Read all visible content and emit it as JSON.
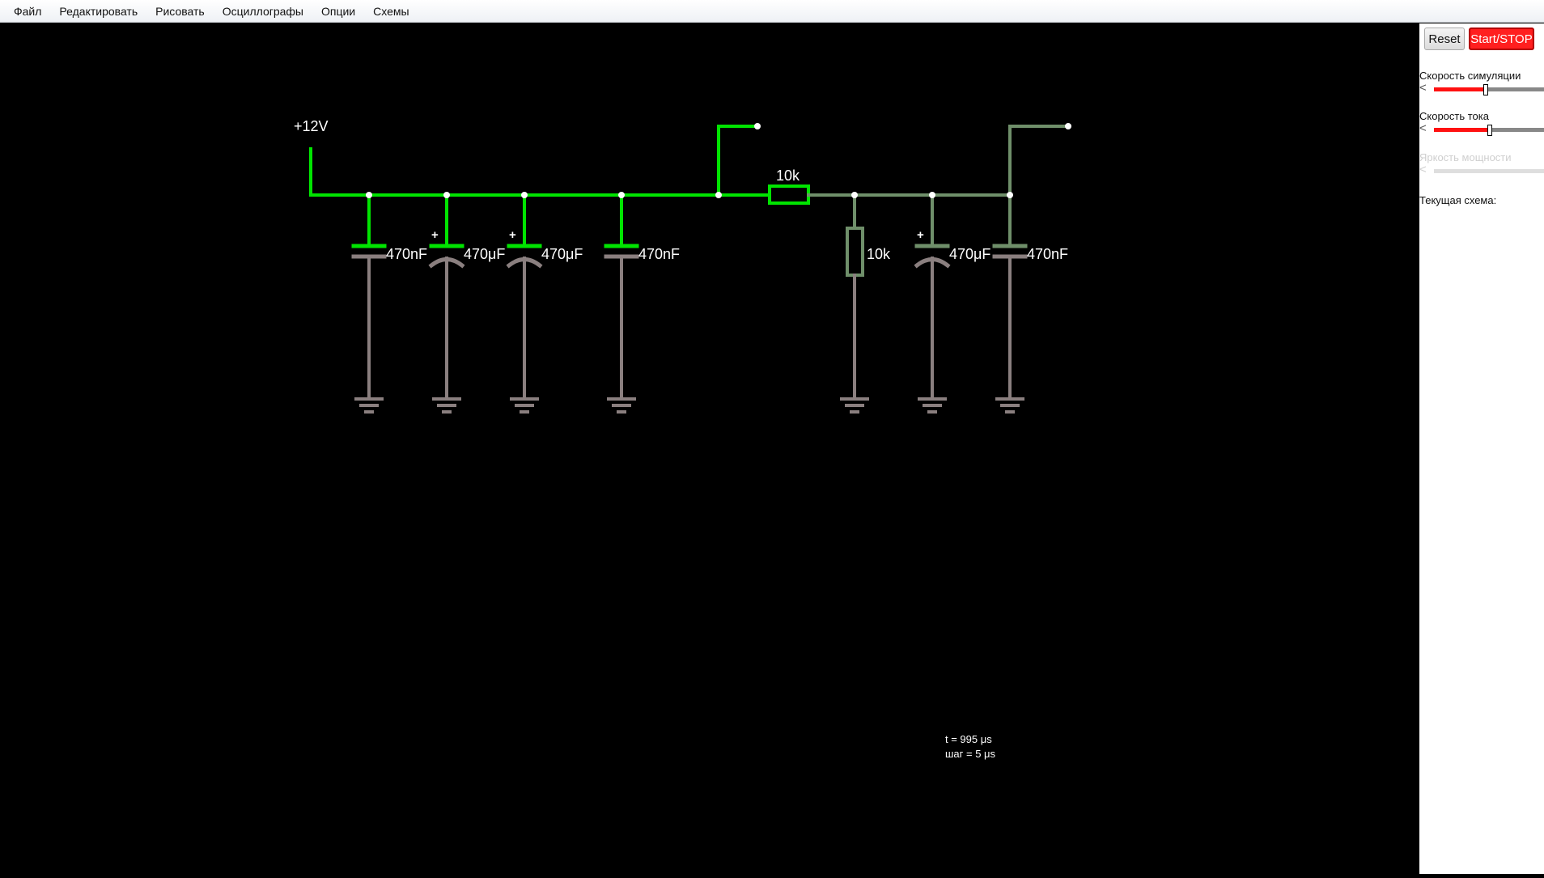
{
  "menu": [
    "Файл",
    "Редактировать",
    "Рисовать",
    "Осциллографы",
    "Опции",
    "Схемы"
  ],
  "sidebar": {
    "reset_label": "Reset",
    "start_label": "Start/STOP",
    "sim_speed_label": "Скорость симуляции",
    "sim_speed_value": 0.47,
    "current_speed_label": "Скорость тока",
    "current_speed_value": 0.51,
    "power_brightness_label": "Яркость мощности",
    "current_schema_label": "Текущая схема:"
  },
  "circuit": {
    "supply_label": "+12V",
    "series_resistor_label": "10k",
    "shunt_resistor_label": "10k",
    "c1_label": "470nF",
    "c2_label": "470μF",
    "c3_label": "470μF",
    "c4_label": "470nF",
    "c5_label": "470μF",
    "c6_label": "470nF",
    "plus_sign": "+"
  },
  "status": {
    "time": "t = 995 μs",
    "step": "шаг = 5 μs"
  },
  "colors": {
    "active_wire": "#00e400",
    "dim_wire": "#6f8f6a",
    "ground_wire": "#8a7f7f",
    "start_button": "#ff1f1f"
  }
}
